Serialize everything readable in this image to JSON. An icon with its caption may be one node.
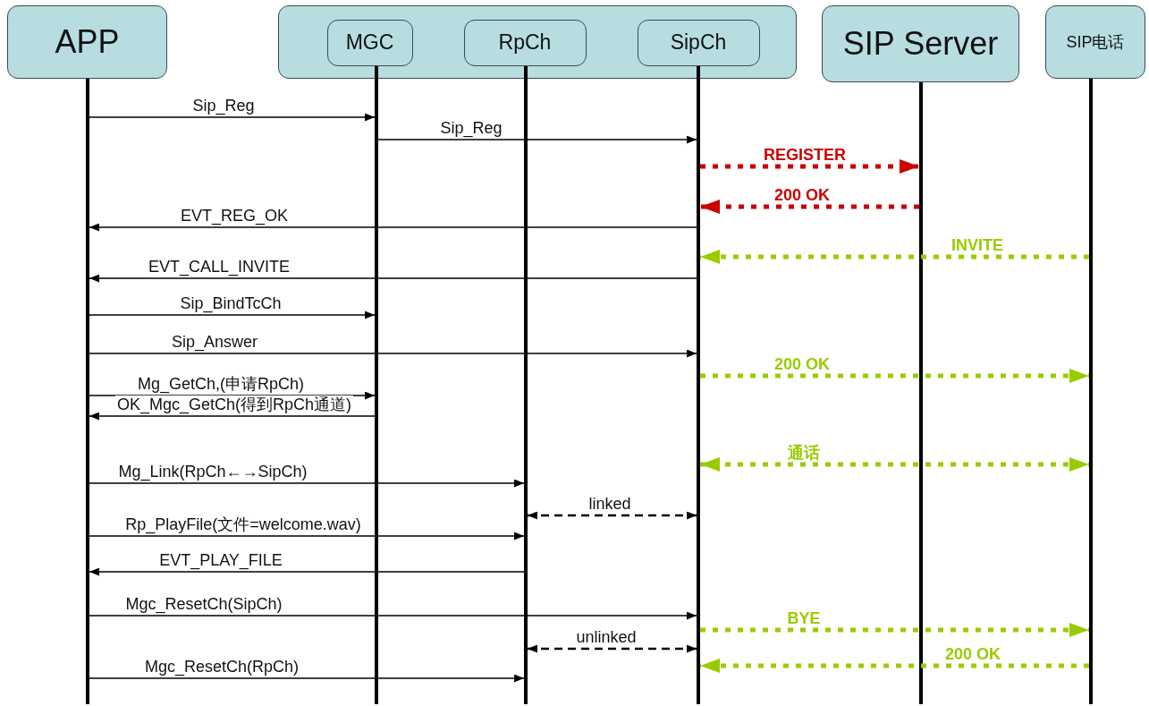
{
  "diagram": {
    "nodes": [
      {
        "text": [
          "APP"
        ]
      },
      {
        "text": [],
        "shape": "box"
      },
      {
        "text": [
          "MGC"
        ],
        "in": 1
      },
      {
        "text": [
          "RpCh"
        ],
        "in": 1
      },
      {
        "text": [
          "SipCh"
        ],
        "in": 1
      },
      {
        "text": [
          "SIP Server"
        ]
      },
      {
        "text": [
          "SIP电话"
        ]
      },
      {
        "text": [],
        "shape": "bar"
      },
      {
        "text": [],
        "shape": "bar"
      },
      {
        "text": [],
        "shape": "bar"
      },
      {
        "text": [],
        "shape": "bar"
      },
      {
        "text": [],
        "shape": "bar"
      },
      {
        "text": [],
        "shape": "bar"
      }
    ],
    "edges": [
      {
        "from": 7,
        "to": 8,
        "arrow": "to",
        "label": "Sip_Reg"
      },
      {
        "from": 8,
        "to": 10,
        "arrow": "to",
        "label": "Sip_Reg"
      },
      {
        "from": 10,
        "to": 11,
        "arrow": "to",
        "label": "REGISTER",
        "style": "dashed",
        "color": "#cc0000"
      },
      {
        "from": 11,
        "to": 10,
        "arrow": "to",
        "label": "200 OK",
        "style": "dashed",
        "color": "#cc0000"
      },
      {
        "from": 10,
        "to": 7,
        "arrow": "to",
        "label": "EVT_REG_OK"
      },
      {
        "from": 12,
        "to": 10,
        "arrow": "to",
        "label": "INVITE",
        "style": "dashed",
        "color": "#99cc00"
      },
      {
        "from": 10,
        "to": 7,
        "arrow": "to",
        "label": "EVT_CALL_INVITE"
      },
      {
        "from": 7,
        "to": 8,
        "arrow": "to",
        "label": "Sip_BindTcCh"
      },
      {
        "from": 7,
        "to": 10,
        "arrow": "to",
        "label": "Sip_Answer"
      },
      {
        "from": 10,
        "to": 12,
        "arrow": "to",
        "label": "200 OK",
        "style": "dashed",
        "color": "#99cc00"
      },
      {
        "from": 7,
        "to": 8,
        "arrow": "to",
        "label": "Mg_GetCh,(申请RpCh)"
      },
      {
        "from": 8,
        "to": 7,
        "arrow": "to",
        "label": "OK_Mgc_GetCh(得到RpCh通道)"
      },
      {
        "from": 10,
        "to": 12,
        "arrow": "both",
        "label": "通话",
        "style": "dashed",
        "color": "#99cc00"
      },
      {
        "from": 7,
        "to": 9,
        "arrow": "to",
        "label": "Mg_Link(RpCh←→SipCh)"
      },
      {
        "from": 9,
        "to": 10,
        "arrow": "both",
        "label": "linked",
        "style": "dashed"
      },
      {
        "from": 7,
        "to": 9,
        "arrow": "to",
        "label": "Rp_PlayFile(文件=welcome.wav)"
      },
      {
        "from": 9,
        "to": 7,
        "arrow": "to",
        "label": "EVT_PLAY_FILE"
      },
      {
        "from": 7,
        "to": 10,
        "arrow": "to",
        "label": "Mgc_ResetCh(SipCh)"
      },
      {
        "from": 10,
        "to": 12,
        "arrow": "to",
        "label": "BYE",
        "style": "dashed",
        "color": "#99cc00"
      },
      {
        "from": 9,
        "to": 10,
        "arrow": "both",
        "label": "unlinked",
        "style": "dashed"
      },
      {
        "from": 12,
        "to": 10,
        "arrow": "to",
        "label": "200 OK",
        "style": "dashed",
        "color": "#99cc00"
      },
      {
        "from": 7,
        "to": 9,
        "arrow": "to",
        "label": "Mgc_ResetCh(RpCh)"
      }
    ]
  }
}
